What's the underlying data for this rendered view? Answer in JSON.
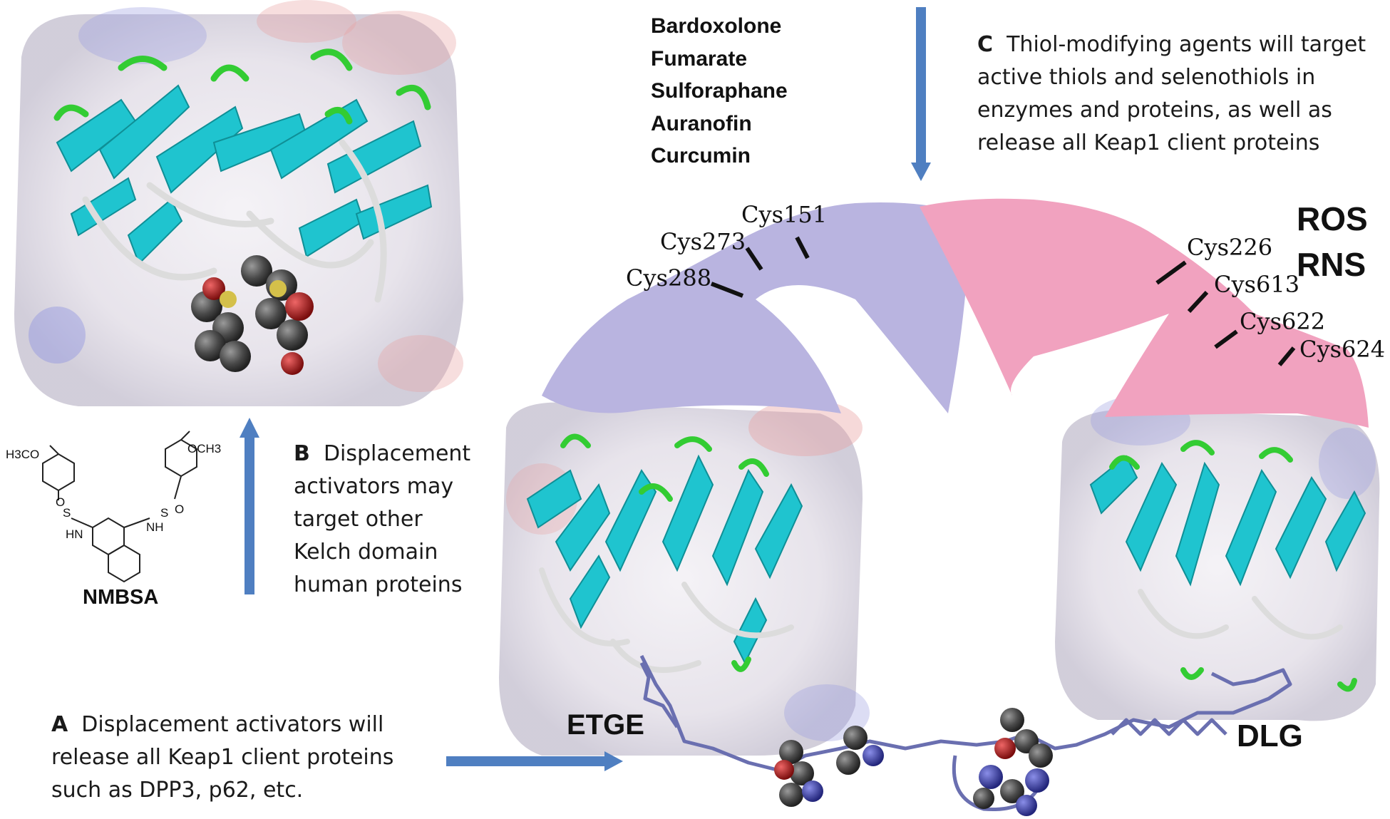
{
  "colors": {
    "arrow": "#4f7fc1",
    "kelch_lilac": "#b9b4e0",
    "kelch_pink": "#f1a2bf",
    "strand_cyan": "#1fc4cf",
    "loop_green": "#33cc33",
    "linker": "#6a6fb0"
  },
  "panel_a": {
    "letter": "A",
    "lines": [
      "Displacement activators will",
      "release all Keap1 client proteins",
      "such as DPP3, p62, etc."
    ]
  },
  "panel_b": {
    "letter": "B",
    "lines": [
      "Displacement",
      "activators may",
      "target other",
      "Kelch domain",
      "human proteins"
    ]
  },
  "panel_c": {
    "letter": "C",
    "lines": [
      "Thiol-modifying agents will target",
      "active thiols and selenothiols in",
      "enzymes and proteins, as well as",
      "release all Keap1 client proteins"
    ]
  },
  "compounds": [
    "Bardoxolone",
    "Fumarate",
    "Sulforaphane",
    "Auranofin",
    "Curcumin"
  ],
  "molecule": {
    "name": "NMBSA",
    "left_methoxy": "H3CO",
    "right_methoxy": "OCH3",
    "o_label": "O",
    "s_label": "S",
    "nh_label": "HN",
    "nh_label_2": "NH"
  },
  "cysteines": {
    "c151": "Cys151",
    "c273": "Cys273",
    "c288": "Cys288",
    "c226": "Cys226",
    "c613": "Cys613",
    "c622": "Cys622",
    "c624": "Cys624"
  },
  "stress": [
    "ROS",
    "RNS"
  ],
  "motifs": {
    "etge": "ETGE",
    "dlg": "DLG"
  }
}
